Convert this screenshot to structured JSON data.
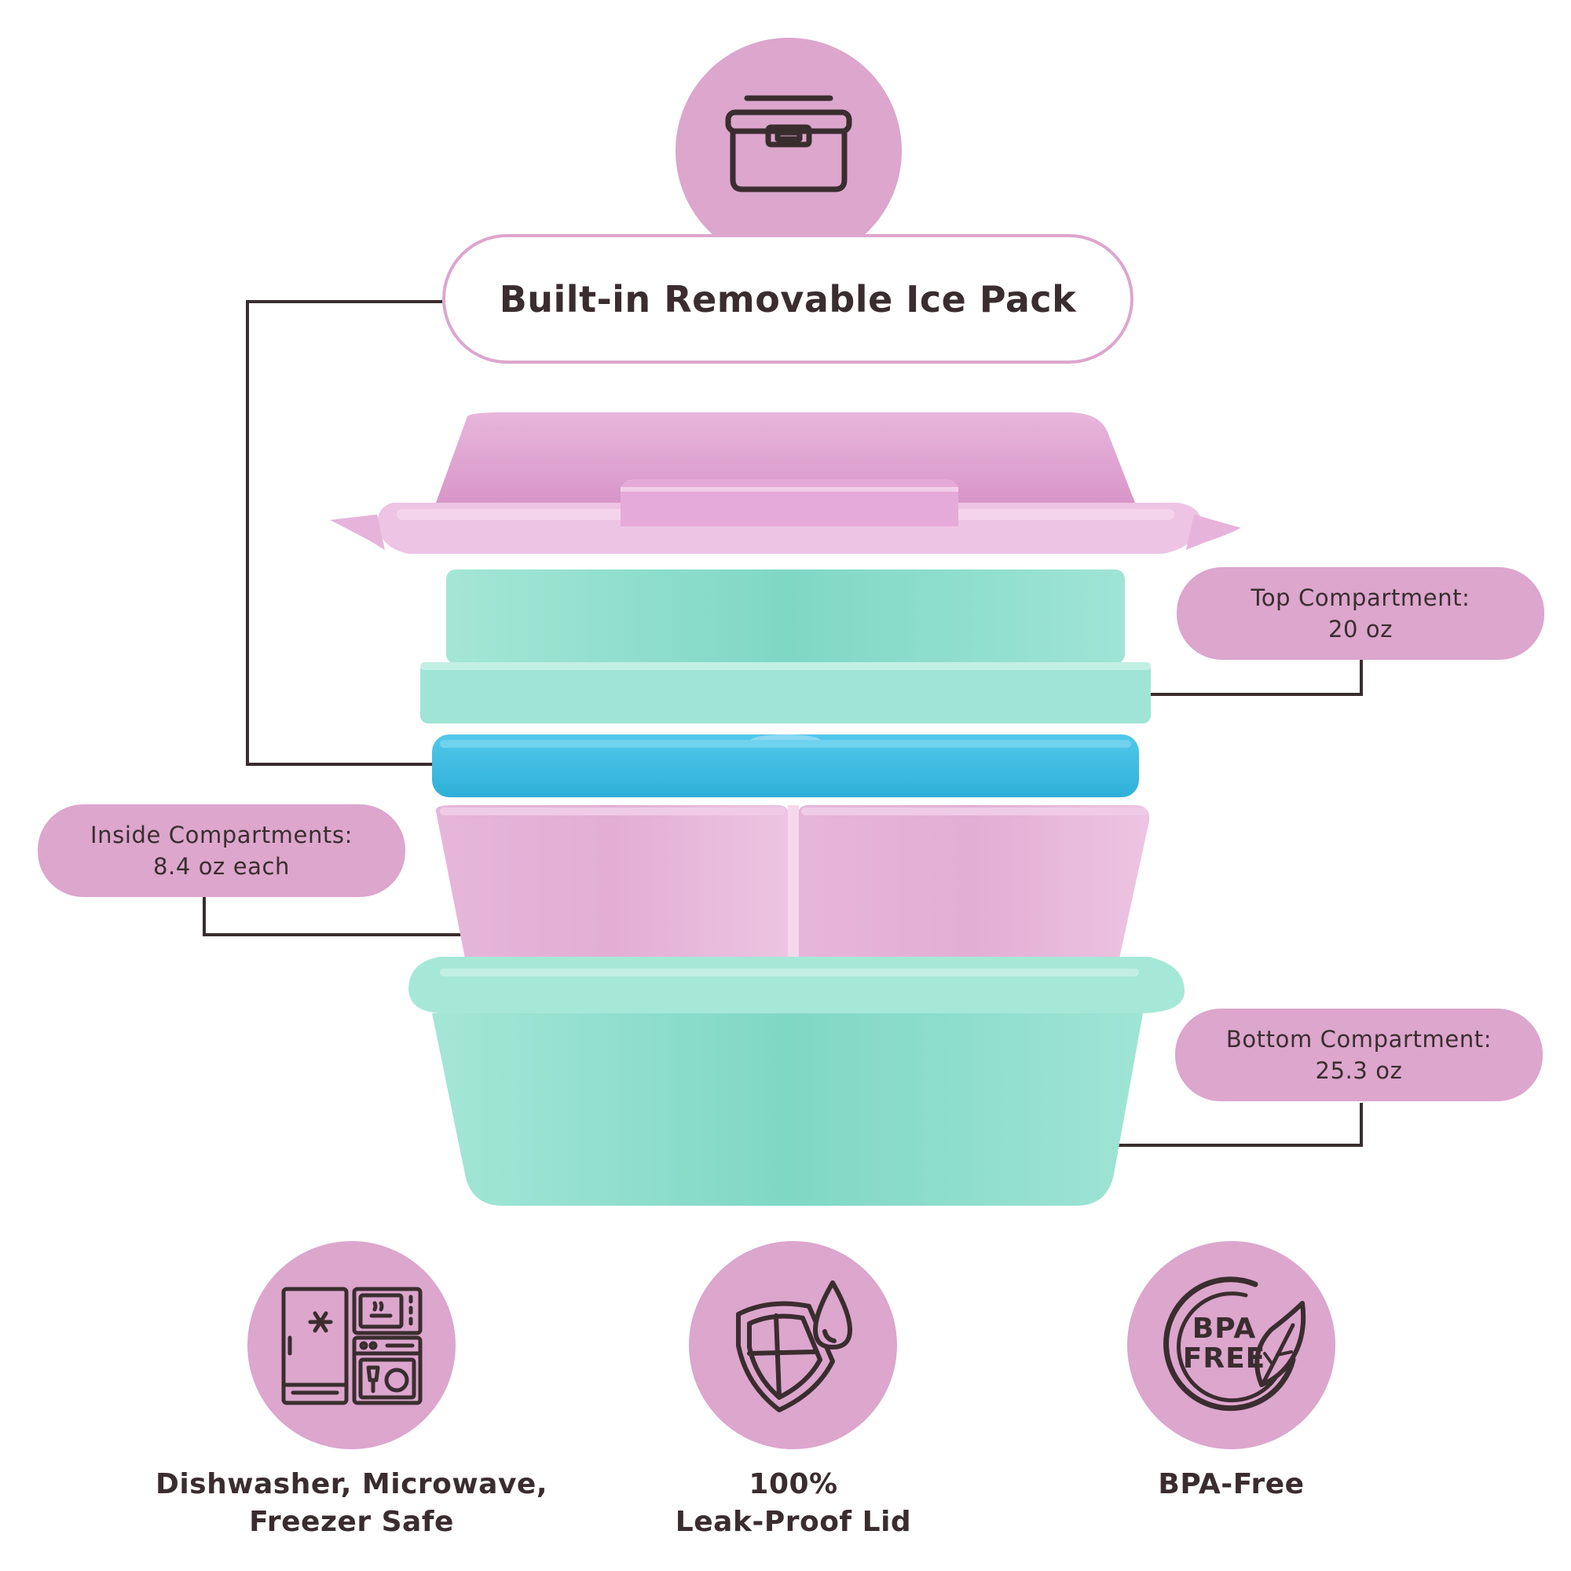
{
  "header": {
    "title": "Built-in Removable Ice Pack",
    "icon": "lunchbox-icon"
  },
  "callouts": {
    "top_compartment": {
      "line1": "Top Compartment:",
      "line2": "20 oz"
    },
    "inside_compartments": {
      "line1": "Inside Compartments:",
      "line2": "8.4 oz each"
    },
    "bottom_compartment": {
      "line1": "Bottom Compartment:",
      "line2": "25.3 oz"
    }
  },
  "features": [
    {
      "icon": "appliances-icon",
      "line1": "Dishwasher, Microwave,",
      "line2": "Freezer Safe"
    },
    {
      "icon": "leak-proof-shield-icon",
      "line1": "100%",
      "line2": "Leak-Proof Lid"
    },
    {
      "icon": "bpa-free-icon",
      "line1": "BPA-Free",
      "badge_line1": "BPA",
      "badge_line2": "FREE"
    }
  ],
  "colors": {
    "pink": "#dca6cd",
    "mint": "#86d9c6",
    "ice_blue": "#3bb9df",
    "text": "#3a2d2f"
  }
}
